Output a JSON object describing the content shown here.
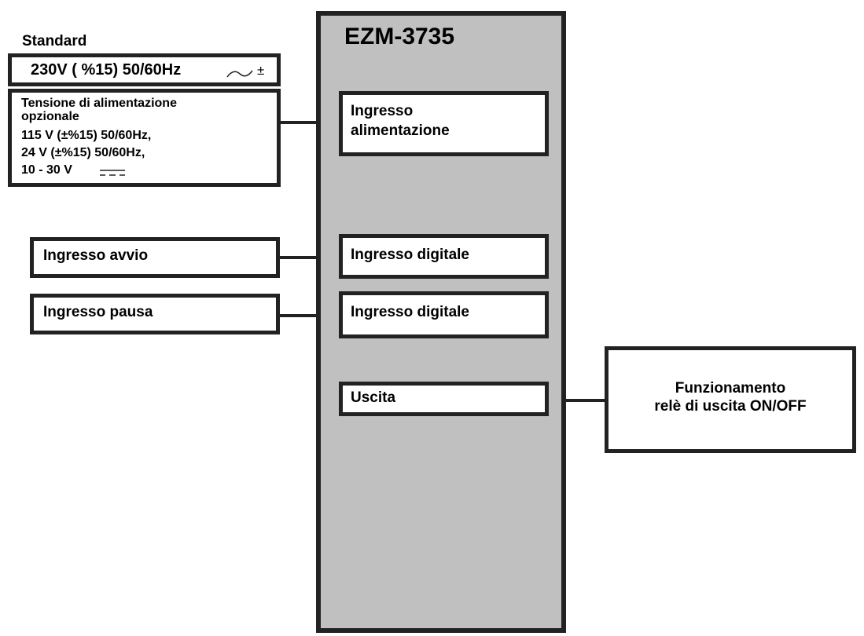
{
  "device": {
    "model": "EZM-3735",
    "background": "#c0c0c0"
  },
  "power_supply": {
    "standard_label": "Standard",
    "standard_value": "230V  ( %15) 50/60Hz",
    "standard_value_suffix": "±",
    "ac_icon": "ac-wave-icon",
    "optional_title_line1": "Tensione di alimentazione",
    "optional_title_line2": "opzionale",
    "optional_lines": [
      "115 V (±%15)  50/60Hz,",
      "24 V (±%15)  50/60Hz,",
      "10 - 30 V"
    ],
    "dc_icon": "dc-symbol-icon"
  },
  "inputs": {
    "start_label": "Ingresso avvio",
    "pause_label": "Ingresso pausa"
  },
  "device_blocks": {
    "power_input_line1": "Ingresso",
    "power_input_line2": "alimentazione",
    "digital_input_1": "Ingresso digitale",
    "digital_input_2": "Ingresso digitale",
    "output": "Uscita"
  },
  "relay": {
    "line1": "Funzionamento",
    "line2": "relè di uscita ON/OFF"
  }
}
